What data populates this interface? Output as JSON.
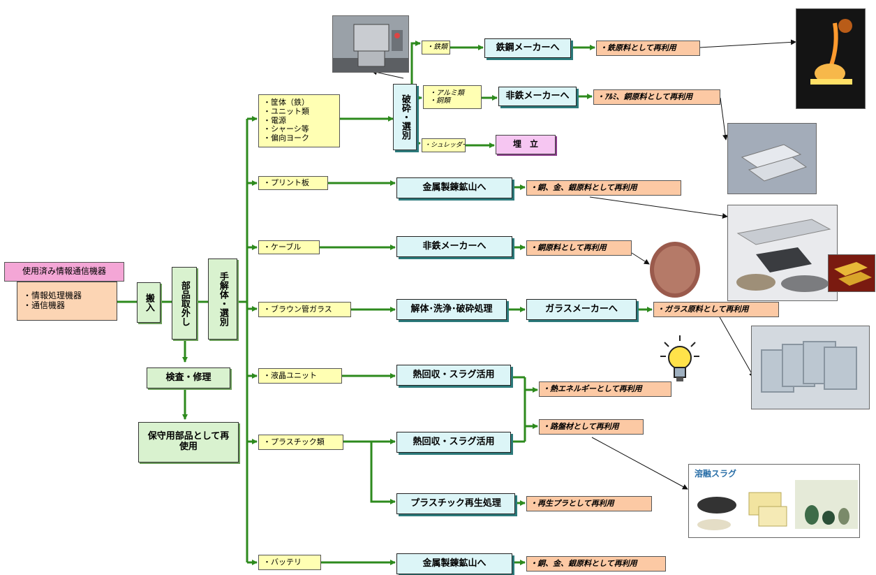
{
  "source": {
    "title": "使用済み情報通信機器",
    "items": [
      "・情報処理機器",
      "・通信機器"
    ]
  },
  "steps": {
    "carry_in": "搬入",
    "parts_removal": "部品取外し",
    "manual_dismantle": "手解体・選別",
    "inspection": "検査・修理",
    "reuse": "保守用部品として再使用"
  },
  "categories": {
    "housing": [
      "・筐体（鉄）",
      "・ユニット類",
      "・電源",
      "・シャーシ等",
      "・偏向ヨーク"
    ],
    "printed_board": "・プリント板",
    "cable": "・ケーブル",
    "crt_glass": "・ブラウン管ガラス",
    "lcd": "・液晶ユニット",
    "plastics": "・プラスチック類",
    "battery": "・バッテリ"
  },
  "shred": {
    "label": "破砕・選別",
    "iron": "・鉄類",
    "aluminum": [
      "・アルミ類",
      "・銅類"
    ],
    "slag": "・シュレッダー屑",
    "landfill": "埋　立"
  },
  "processors": {
    "steel_maker": "鉄鋼メーカーへ",
    "nonferrous_maker_1": "非鉄メーカーへ",
    "smelter_1": "金属製錬鉱山へ",
    "nonferrous_maker_2": "非鉄メーカーへ",
    "crt_process": "解体･洗浄･破砕処理",
    "glass_maker": "ガラスメーカーへ",
    "heat_recovery_1": "熱回収・スラグ活用",
    "heat_recovery_2": "熱回収・スラグ活用",
    "plastic_recycling": "プラスチック再生処理",
    "smelter_2": "金属製錬鉱山へ"
  },
  "outcomes": {
    "iron_material": "・鉄原料として再利用",
    "alu_copper_material": "・ｱﾙﾐ、銅原料として再利用",
    "cu_au_ag_1": "・銅、金、銀原料として再利用",
    "copper_material": "・銅原料として再利用",
    "glass_material": "・ガラス原料として再利用",
    "heat_energy": "・熱エネルギーとして再利用",
    "roadbed": "・路盤材として再利用",
    "recycled_plastic": "・再生プラとして再利用",
    "cu_au_ag_2": "・銅、金、銀原料として再利用"
  },
  "photos": {
    "slag_panel_title": "溶融スラグ"
  },
  "colors": {
    "arrow": "#2d8a1d",
    "source_bg": "#f4a6d6",
    "step_bg": "#d9f2cf",
    "category_bg": "#ffffb3",
    "processor_bg": "#dcf5f7",
    "outcome_bg": "#fcc9a4"
  }
}
